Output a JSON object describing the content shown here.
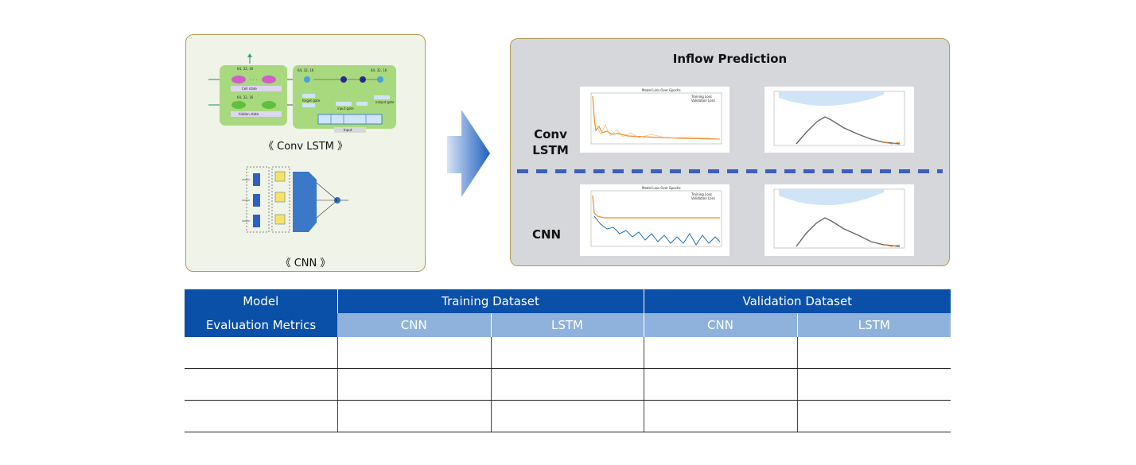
{
  "left_panel": {
    "conv_lstm_caption": "《 Conv LSTM 》",
    "cnn_caption": "《 CNN 》",
    "lstm_diagram_labels": {
      "dims_1": "64, 32, 16",
      "dims_2": "64, 32, 16",
      "dims_3": "64, 32, 16",
      "dims_4": "64, 32, 16",
      "cell_state": "Cell state",
      "hidden_state": "hidden state",
      "forget_gate": "forget gate",
      "input_gate": "input gate",
      "output_gate": "output gate",
      "input": "Input"
    }
  },
  "right_panel": {
    "title": "Inflow Prediction",
    "row1_label_line1": "Conv",
    "row1_label_line2": "LSTM",
    "row2_label": "CNN",
    "loss_plot_title": "Model Loss Over Epochs",
    "legend_training": "Training Loss",
    "legend_validation": "Validation Loss"
  },
  "table": {
    "header_model": "Model",
    "header_training": "Training Dataset",
    "header_validation": "Validation Dataset",
    "header_metrics": "Evaluation Metrics",
    "sub_headers": [
      "CNN",
      "LSTM",
      "CNN",
      "LSTM"
    ],
    "rows": [
      [
        "",
        "",
        "",
        "",
        ""
      ],
      [
        "",
        "",
        "",
        "",
        ""
      ],
      [
        "",
        "",
        "",
        "",
        ""
      ]
    ]
  },
  "colors": {
    "table_header_dark": "#0a4fa8",
    "table_header_light": "#8fb2dc",
    "lstm_green": "#a9d97f",
    "training_line": "#f08a24",
    "validation_line": "#1f6fb4",
    "dash_divider": "#3d5fb8",
    "arrow_gradient_end": "#1f5fbf"
  }
}
